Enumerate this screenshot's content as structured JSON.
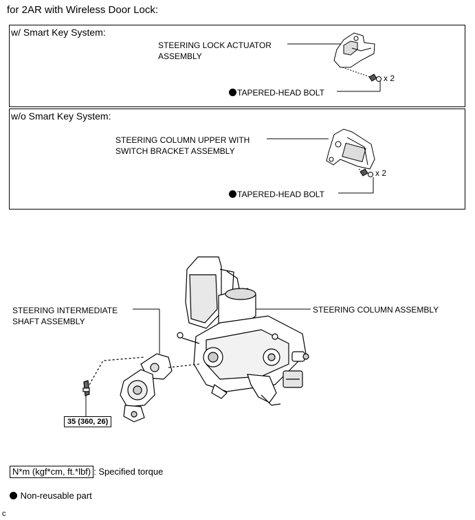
{
  "title": "for 2AR with Wireless Door Lock:",
  "panel_smart_key": {
    "header": "w/ Smart Key System:",
    "part_label_line1": "STEERING LOCK ACTUATOR",
    "part_label_line2": "ASSEMBLY",
    "quantity": "x 2",
    "bolt_label": "TAPERED-HEAD BOLT"
  },
  "panel_no_smart_key": {
    "header": "w/o Smart Key System:",
    "part_label_line1": "STEERING COLUMN UPPER WITH",
    "part_label_line2": "SWITCH BRACKET ASSEMBLY",
    "quantity": "x 2",
    "bolt_label": "TAPERED-HEAD BOLT"
  },
  "main_diagram": {
    "intermediate_shaft_line1": "STEERING INTERMEDIATE",
    "intermediate_shaft_line2": "SHAFT ASSEMBLY",
    "column_assembly": "STEERING COLUMN ASSEMBLY",
    "torque_value": "35 (360, 26)"
  },
  "legend": {
    "torque_units": "N*m (kgf*cm, ft.*lbf)",
    "torque_desc": ": Specified torque",
    "non_reusable": "Non-reusable part"
  },
  "corner_mark": "c"
}
